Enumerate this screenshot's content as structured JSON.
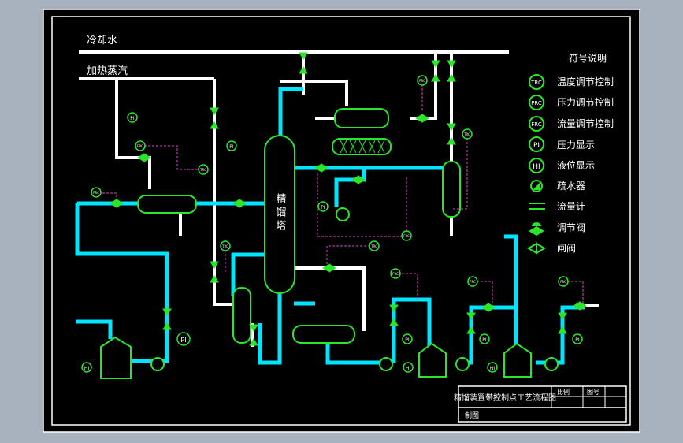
{
  "labels": {
    "cooling_water": "冷却水",
    "heating_steam": "加热蒸汽",
    "column": "精馏塔"
  },
  "legend": {
    "title": "符号说明",
    "items": [
      {
        "symbol": "TRC",
        "text": "温度调节控制"
      },
      {
        "symbol": "PRC",
        "text": "压力调节控制"
      },
      {
        "symbol": "FRC",
        "text": "流量调节控制"
      },
      {
        "symbol": "PI",
        "text": "压力显示"
      },
      {
        "symbol": "HI",
        "text": "液位显示"
      },
      {
        "symbol": "",
        "text": "疏水器"
      },
      {
        "symbol": "",
        "text": "流量计"
      },
      {
        "symbol": "",
        "text": "调节阀"
      },
      {
        "symbol": "",
        "text": "闸阀"
      }
    ]
  },
  "instruments": {
    "pi": "PI",
    "hi": "HI",
    "trc": "TRC",
    "prc": "PRC",
    "frc": "FRC"
  },
  "title_block": {
    "title": "精馏装置带控制点工艺流程图",
    "scale_label": "比例",
    "drawing_no_label": "图号",
    "drafter_label": "制图"
  },
  "colors": {
    "background": "#000000",
    "frame": "#ffffff",
    "process_line": "#00e5ff",
    "utility_line": "#ffffff",
    "equipment": "#29e629",
    "signal": "#e040c8"
  }
}
